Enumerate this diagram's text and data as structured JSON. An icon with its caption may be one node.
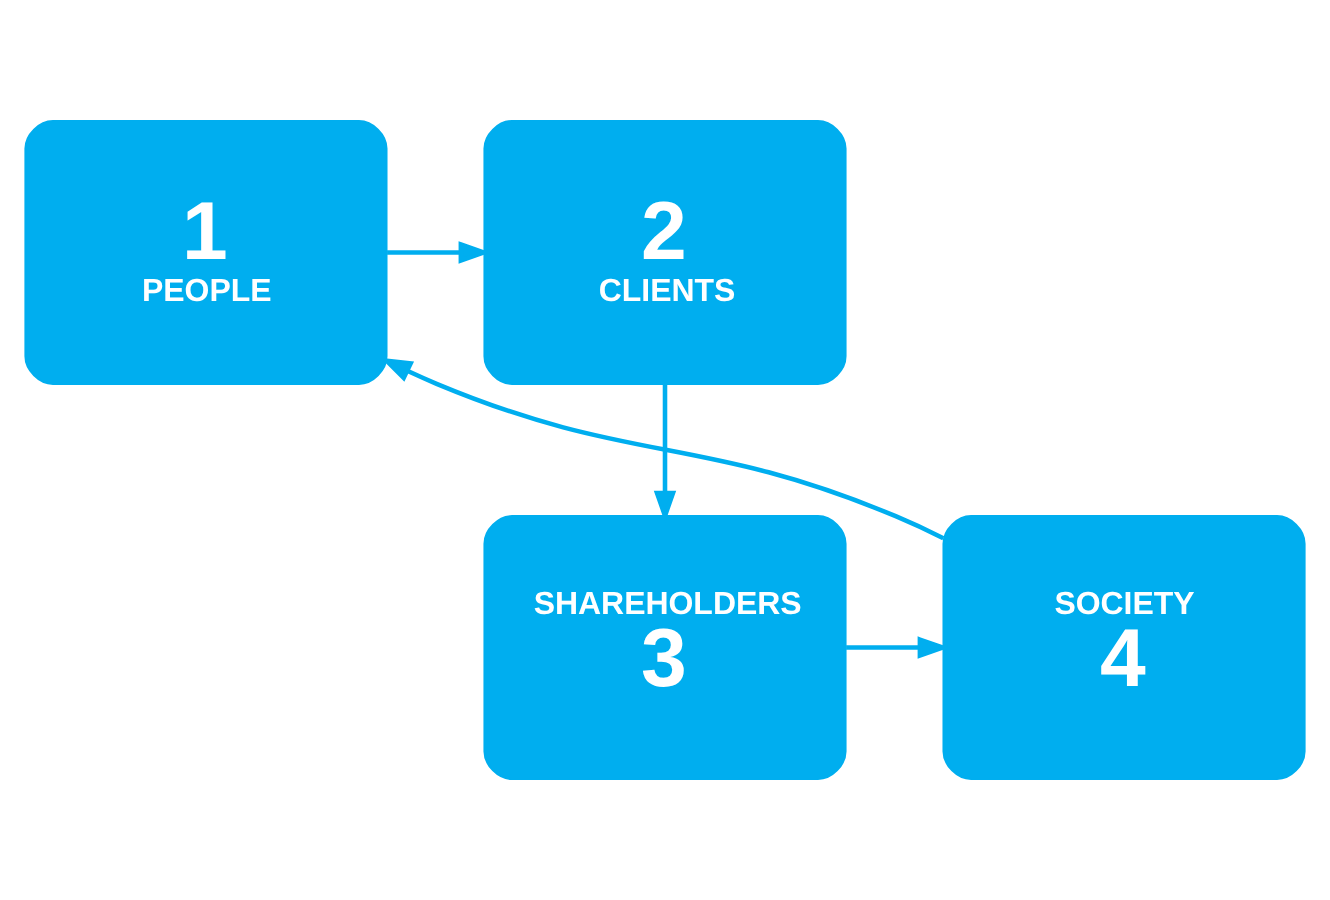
{
  "diagram": {
    "nodes": [
      {
        "text": [
          "1",
          "PEOPLE"
        ]
      },
      {
        "text": [
          "2",
          "CLIENTS"
        ]
      },
      {
        "text": [
          "SHAREHOLDERS",
          "3"
        ]
      },
      {
        "text": [
          "SOCIETY",
          "4"
        ]
      }
    ],
    "edges": [
      {
        "from": 0,
        "to": 1,
        "arrow": "to"
      },
      {
        "from": 1,
        "to": 2,
        "arrow": "to"
      },
      {
        "from": 2,
        "to": 3,
        "arrow": "to"
      },
      {
        "from": 3,
        "to": 0,
        "arrow": "to"
      }
    ]
  }
}
